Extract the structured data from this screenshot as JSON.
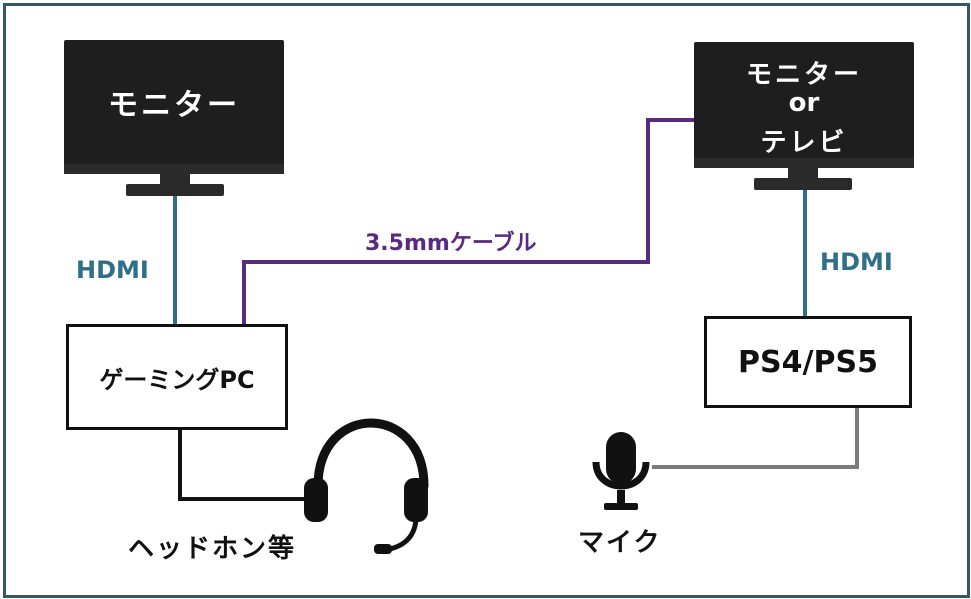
{
  "colors": {
    "frame": "#35576a",
    "hdmi_line": "#2f6f88",
    "cable_line": "#5a2a82",
    "mic_line": "#7b7b7b",
    "headphone_line": "#111111",
    "monitor_body": "#1e1e1e"
  },
  "left_monitor": {
    "label": "モニター"
  },
  "right_monitor": {
    "line1": "モニター",
    "line2": "or",
    "line3": "テレビ"
  },
  "left_connection": {
    "label": "HDMI"
  },
  "right_connection": {
    "label": "HDMI"
  },
  "cable": {
    "label": "3.5mmケーブル"
  },
  "gaming_pc": {
    "label": "ゲーミングPC"
  },
  "console": {
    "label": "PS4/PS5"
  },
  "headphones": {
    "label": "ヘッドホン等",
    "icon": "headset-icon"
  },
  "mic": {
    "label": "マイク",
    "icon": "microphone-icon"
  }
}
